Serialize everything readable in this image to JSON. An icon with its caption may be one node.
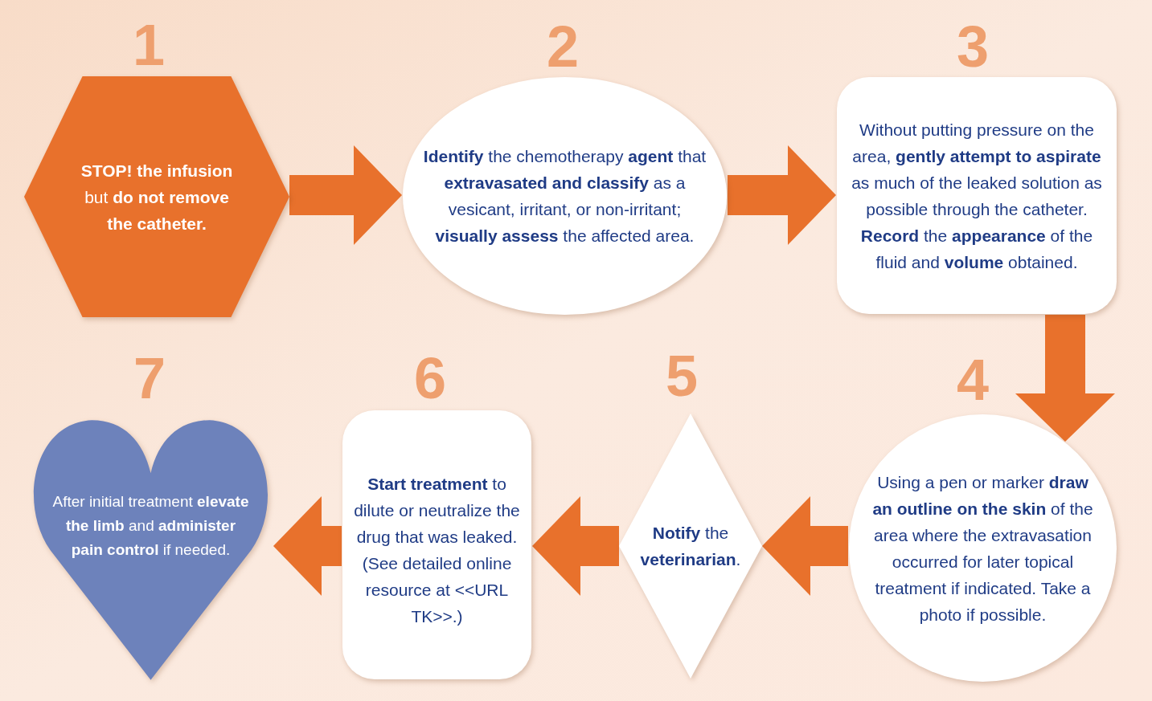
{
  "diagram": {
    "nodes": [
      {
        "text": [
          "**STOP! the infusion** but **do not remove the catheter.**"
        ],
        "beside": [
          "1"
        ]
      },
      {
        "text": [
          "**Identify** the chemotherapy **agent** that **extravasated and classify** as a vesicant, irritant, or non-irritant; **visually assess** the affected area."
        ],
        "beside": [
          "2"
        ]
      },
      {
        "text": [
          "Without putting pressure on the area, **gently attempt to aspirate** as much of the leaked solution as possible through the catheter. **Record** the **appearance** of the fluid and **volume** obtained."
        ],
        "beside": [
          "3"
        ]
      },
      {
        "text": [
          "Using a pen or marker **draw an outline on the skin** of the area where the extravasation occurred for later topical treatment if indicated. Take a photo if possible."
        ],
        "beside": [
          "4"
        ]
      },
      {
        "text": [
          "**Notify** the **veterinarian**."
        ],
        "beside": [
          "5"
        ]
      },
      {
        "text": [
          "**Start treatment** to dilute or neutralize the drug that was leaked. (See detailed online resource at <<URL TK>>.)"
        ],
        "beside": [
          "6"
        ]
      },
      {
        "text": [
          "After initial treatment **elevate the limb** and **administer pain control** if needed."
        ],
        "beside": [
          "7"
        ]
      }
    ],
    "edges": [
      {
        "from": 0,
        "to": 1,
        "arrow": "to"
      },
      {
        "from": 1,
        "to": 2,
        "arrow": "to"
      },
      {
        "from": 2,
        "to": 3,
        "arrow": "to"
      },
      {
        "from": 3,
        "to": 4,
        "arrow": "to"
      },
      {
        "from": 4,
        "to": 5,
        "arrow": "to"
      },
      {
        "from": 5,
        "to": 6,
        "arrow": "to"
      }
    ]
  }
}
